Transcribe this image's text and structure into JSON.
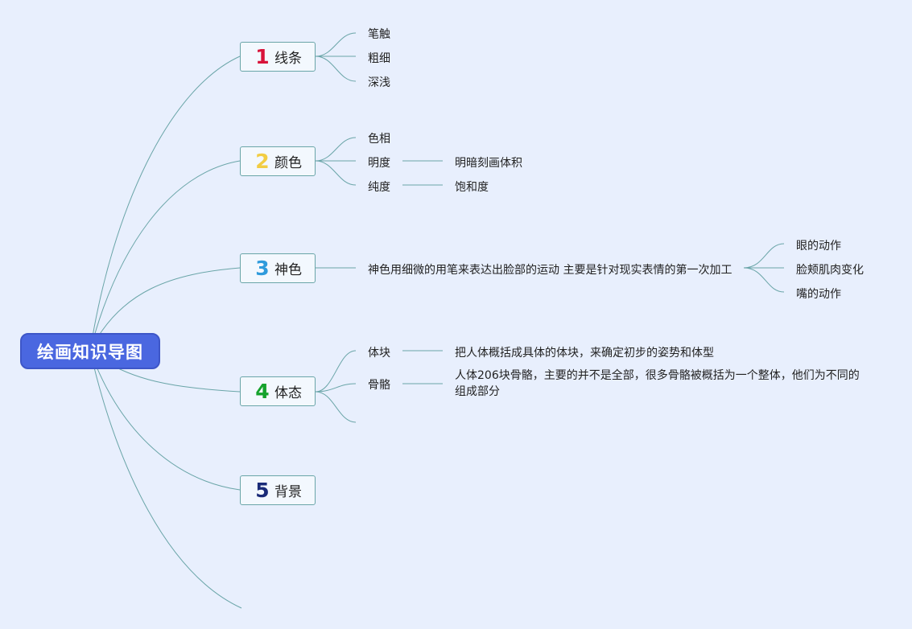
{
  "root": {
    "label": "绘画知识导图"
  },
  "branches": [
    {
      "num": "1",
      "color": "#d8133a",
      "label": "线条"
    },
    {
      "num": "2",
      "color": "#f2cd43",
      "label": "颜色"
    },
    {
      "num": "3",
      "color": "#2f9bdc",
      "label": "神色"
    },
    {
      "num": "4",
      "color": "#15a22c",
      "label": "体态"
    },
    {
      "num": "5",
      "color": "#1a2b78",
      "label": "背景"
    }
  ],
  "lines": {
    "items": [
      "笔触",
      "粗细",
      "深浅"
    ]
  },
  "color": {
    "hue": "色相",
    "brightness": "明度",
    "brightness_note": "明暗刻画体积",
    "saturation": "纯度",
    "saturation_note": "饱和度"
  },
  "expression": {
    "desc": "神色用细微的用笔来表达出脸部的运动 主要是针对现实表情的第一次加工",
    "items": [
      "眼的动作",
      "脸颊肌肉变化",
      "嘴的动作"
    ]
  },
  "posture": {
    "block": "体块",
    "block_note": "把人体概括成具体的体块，来确定初步的姿势和体型",
    "skeleton": "骨骼",
    "skeleton_note": "人体206块骨骼，主要的并不是全部，很多骨骼被概括为一个整体，他们为不同的组成部分"
  },
  "colors": {
    "link": "#6aa5a8",
    "root_bg": "#4a67e0",
    "background": "#e8effd"
  }
}
